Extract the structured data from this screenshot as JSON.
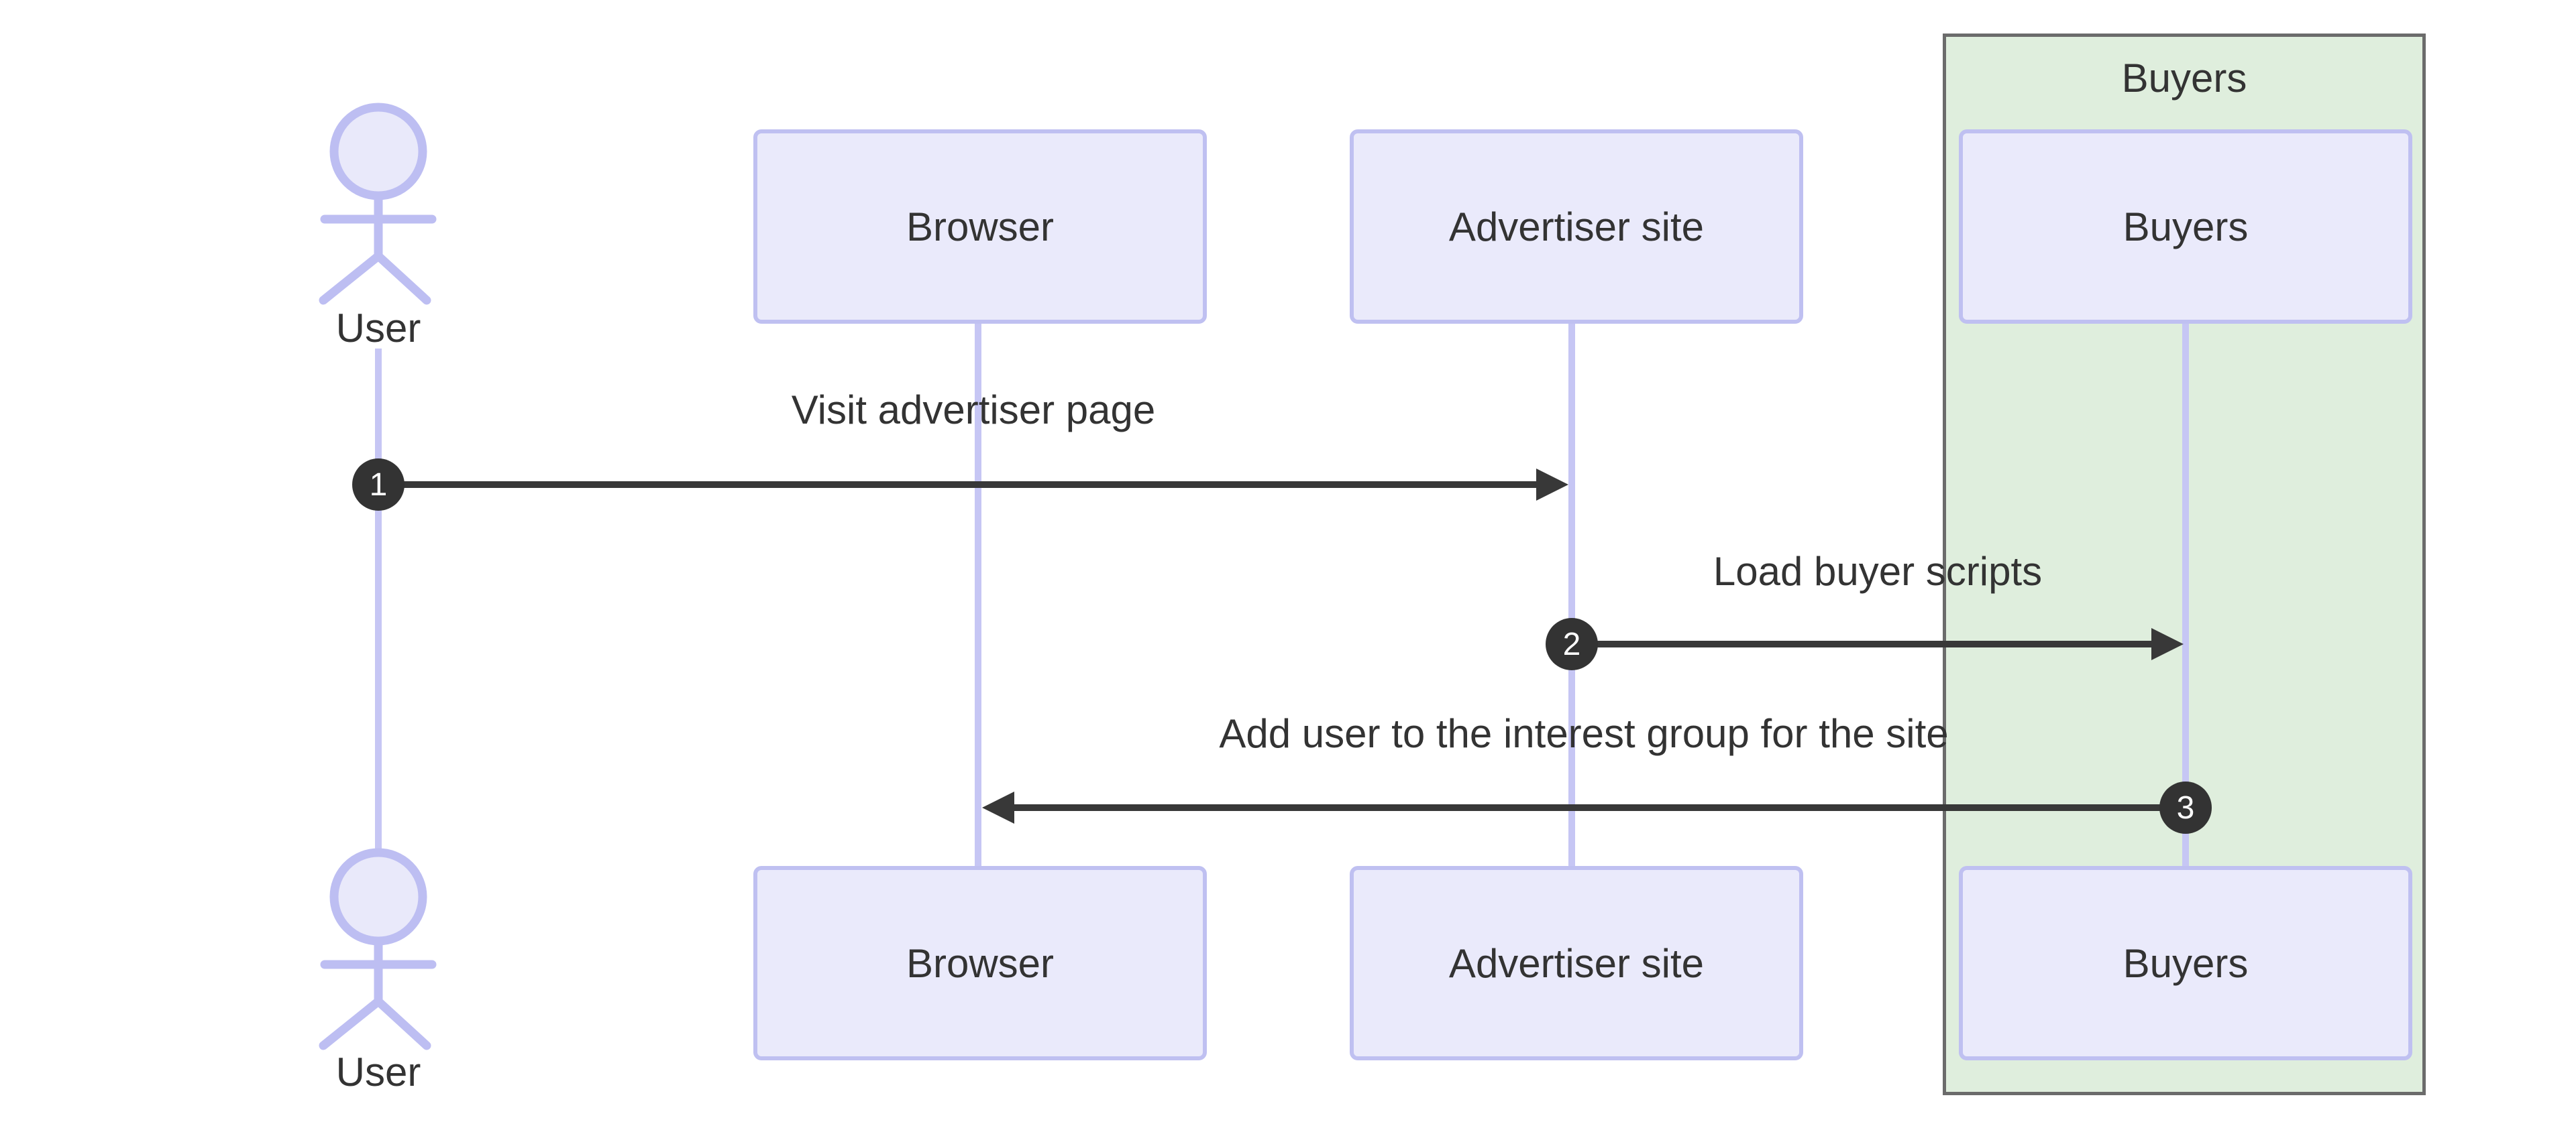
{
  "diagram": {
    "type": "sequence",
    "actor": {
      "label": "User"
    },
    "participants": [
      {
        "label": "Browser"
      },
      {
        "label": "Advertiser site"
      },
      {
        "label": "Buyers"
      }
    ],
    "group": {
      "label": "Buyers"
    },
    "messages": [
      {
        "seq": "1",
        "label": "Visit advertiser page",
        "from": "User",
        "to": "Advertiser site",
        "direction": "right"
      },
      {
        "seq": "2",
        "label": "Load buyer scripts",
        "from": "Advertiser site",
        "to": "Buyers",
        "direction": "right"
      },
      {
        "seq": "3",
        "label": "Add user to the interest group for the site",
        "from": "Buyers",
        "to": "Browser",
        "direction": "left"
      }
    ],
    "colors": {
      "participant_fill": "#eaeafb",
      "participant_border": "#bfc0f1",
      "lifeline": "#c6c6f4",
      "actor_stroke": "#bdbef2",
      "group_fill": "#dfeedd",
      "group_border": "#6b6b6b",
      "arrow": "#383838",
      "badge_fill": "#333333",
      "badge_text": "#ffffff",
      "text": "#333333"
    }
  }
}
